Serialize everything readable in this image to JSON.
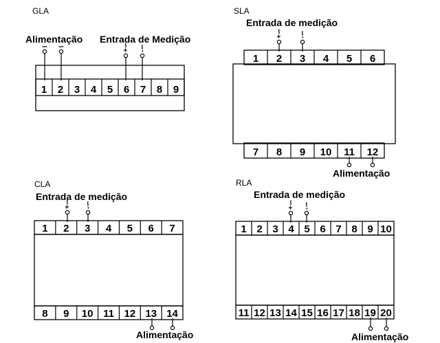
{
  "panels": {
    "gla": {
      "title": "GLA",
      "terminals": [
        "1",
        "2",
        "3",
        "4",
        "5",
        "6",
        "7",
        "8",
        "9"
      ],
      "label_power": "Alimentação",
      "label_input": "Entrada de Medição",
      "power_symbol": "∽",
      "input_plus": "+∽",
      "input_minus": "-∽"
    },
    "sla": {
      "title": "SLA",
      "top_terminals": [
        "1",
        "2",
        "3",
        "4",
        "5",
        "6"
      ],
      "bottom_terminals": [
        "7",
        "8",
        "9",
        "10",
        "11",
        "12"
      ],
      "label_input": "Entrada de medição",
      "label_power": "Alimentação",
      "input_plus": "+∽",
      "input_minus": "-∽"
    },
    "cla": {
      "title": "CLA",
      "top_terminals": [
        "1",
        "2",
        "3",
        "4",
        "5",
        "6",
        "7"
      ],
      "bottom_terminals": [
        "8",
        "9",
        "10",
        "11",
        "12",
        "13",
        "14"
      ],
      "label_input": "Entrada de medição",
      "label_power": "Alimentação",
      "input_plus": "+∽",
      "input_minus": "-∽"
    },
    "rla": {
      "title": "RLA",
      "top_terminals": [
        "1",
        "2",
        "3",
        "4",
        "5",
        "6",
        "7",
        "8",
        "9",
        "10"
      ],
      "bottom_terminals": [
        "11",
        "12",
        "13",
        "14",
        "15",
        "16",
        "17",
        "18",
        "19",
        "20"
      ],
      "label_input": "Entrada de medição",
      "label_power": "Alimentação",
      "input_plus": "+∽",
      "input_minus": "-∽"
    }
  }
}
